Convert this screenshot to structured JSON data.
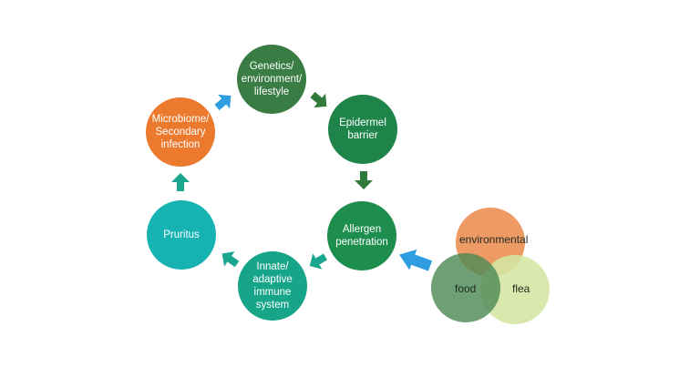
{
  "cycle_nodes": [
    {
      "id": "genetics",
      "text": "Genetics/ environment/ lifestyle",
      "color": "#3a7d44"
    },
    {
      "id": "epidermel",
      "text": "Epidermel barrier",
      "color": "#1e8449"
    },
    {
      "id": "allergen",
      "text": "Allergen penetration",
      "color": "#1e8e4e"
    },
    {
      "id": "immune",
      "text": "Innate/ adaptive immune system",
      "color": "#17a589"
    },
    {
      "id": "pruritus",
      "text": "Pruritus",
      "color": "#17b3b3"
    },
    {
      "id": "microbiome",
      "text": "Microbiome/ Secondary infection",
      "color": "#ec7a2e"
    }
  ],
  "venn": [
    {
      "id": "environmental",
      "text": "environmental",
      "color": "#ec8c4e"
    },
    {
      "id": "food",
      "text": "food",
      "color": "#4f8a56"
    },
    {
      "id": "flea",
      "text": "flea",
      "color": "#d4e6a3"
    }
  ],
  "arrow_colors": {
    "green": "#2f7a3a",
    "teal": "#1aa68f",
    "blue": "#2e9ee0"
  }
}
